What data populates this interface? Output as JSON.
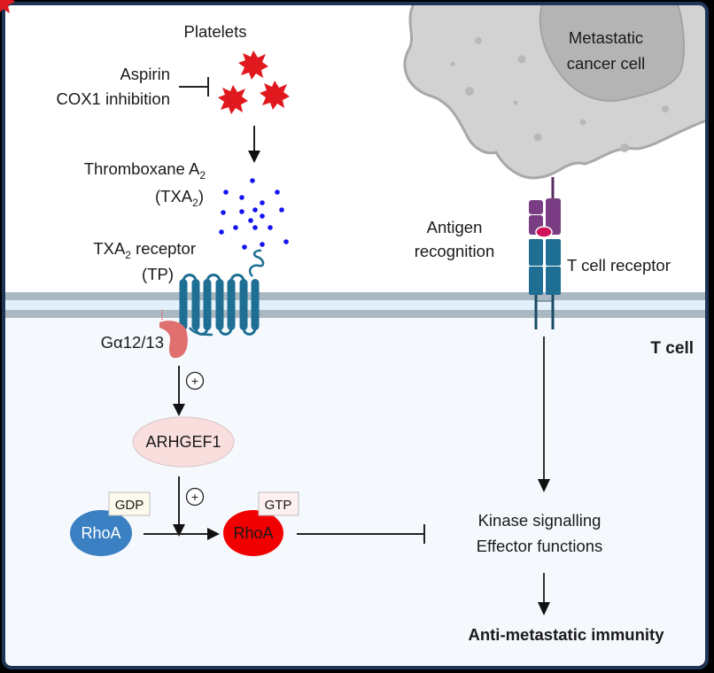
{
  "diagram": {
    "labels": {
      "platelets": "Platelets",
      "aspirin": "Aspirin",
      "cox1": "COX1 inhibition",
      "thromboxane": "Thromboxane A",
      "thromboxane_sub": "2",
      "txa2_open": "(TXA",
      "txa2_sub": "2",
      "txa2_close": ")",
      "receptor_pre": "TXA",
      "receptor_sub": "2",
      "receptor_post": " receptor",
      "tp": "(TP)",
      "galpha": "Gα12/13",
      "arhgef1": "ARHGEF1",
      "rhoa_gdp": "RhoA",
      "gdp": "GDP",
      "rhoa_gtp": "RhoA",
      "gtp": "GTP",
      "plus1": "+",
      "plus2": "+",
      "cancer_line1": "Metastatic",
      "cancer_line2": "cancer cell",
      "antigen_line1": "Antigen",
      "antigen_line2": "recognition",
      "tcr": "T cell receptor",
      "tcell": "T cell",
      "kinase": "Kinase signalling",
      "effector": "Effector functions",
      "outcome": "Anti-metastatic immunity"
    },
    "colors": {
      "frame_border": "#1e3556",
      "extracellular_bg": "#ffffff",
      "intracellular_bg": "#f5f9fd",
      "membrane_outer": "#aab8c2",
      "membrane_inner": "#e2f0fb",
      "platelet": "#e0191e",
      "txa2_dot": "#1414f0",
      "receptor": "#1f6e94",
      "galpha": "#e07070",
      "arhgef1_fill": "#f9dede",
      "rhoa_gdp": "#3b80c3",
      "rhoa_gtp": "#f00000",
      "cancer_cell": "#d2d2d2",
      "cancer_nucleus": "#b4b4b4",
      "tcr_purple": "#7a3d84",
      "tcr_antigen": "#d0135a"
    }
  }
}
